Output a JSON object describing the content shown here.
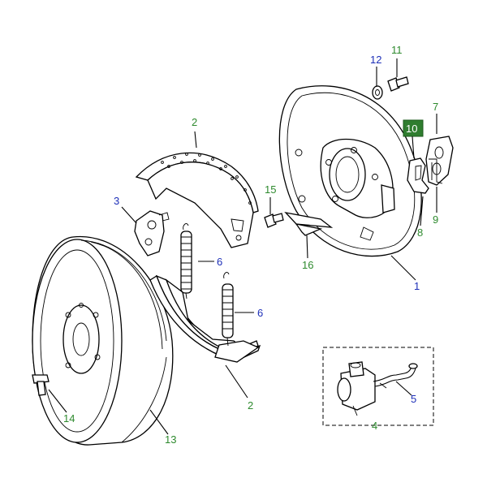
{
  "colors": {
    "green": "#2e8a2e",
    "blue": "#1d2fb8",
    "highlight": "#2f7d2f"
  },
  "labels": {
    "p1": "1",
    "p2a": "2",
    "p2b": "2",
    "p3": "3",
    "p4": "4",
    "p5": "5",
    "p6a": "6",
    "p6b": "6",
    "p7": "7",
    "p8": "8",
    "p9": "9",
    "p10": "10",
    "p11": "11",
    "p12": "12",
    "p13": "13",
    "p14": "14",
    "p15": "15",
    "p16": "16"
  }
}
